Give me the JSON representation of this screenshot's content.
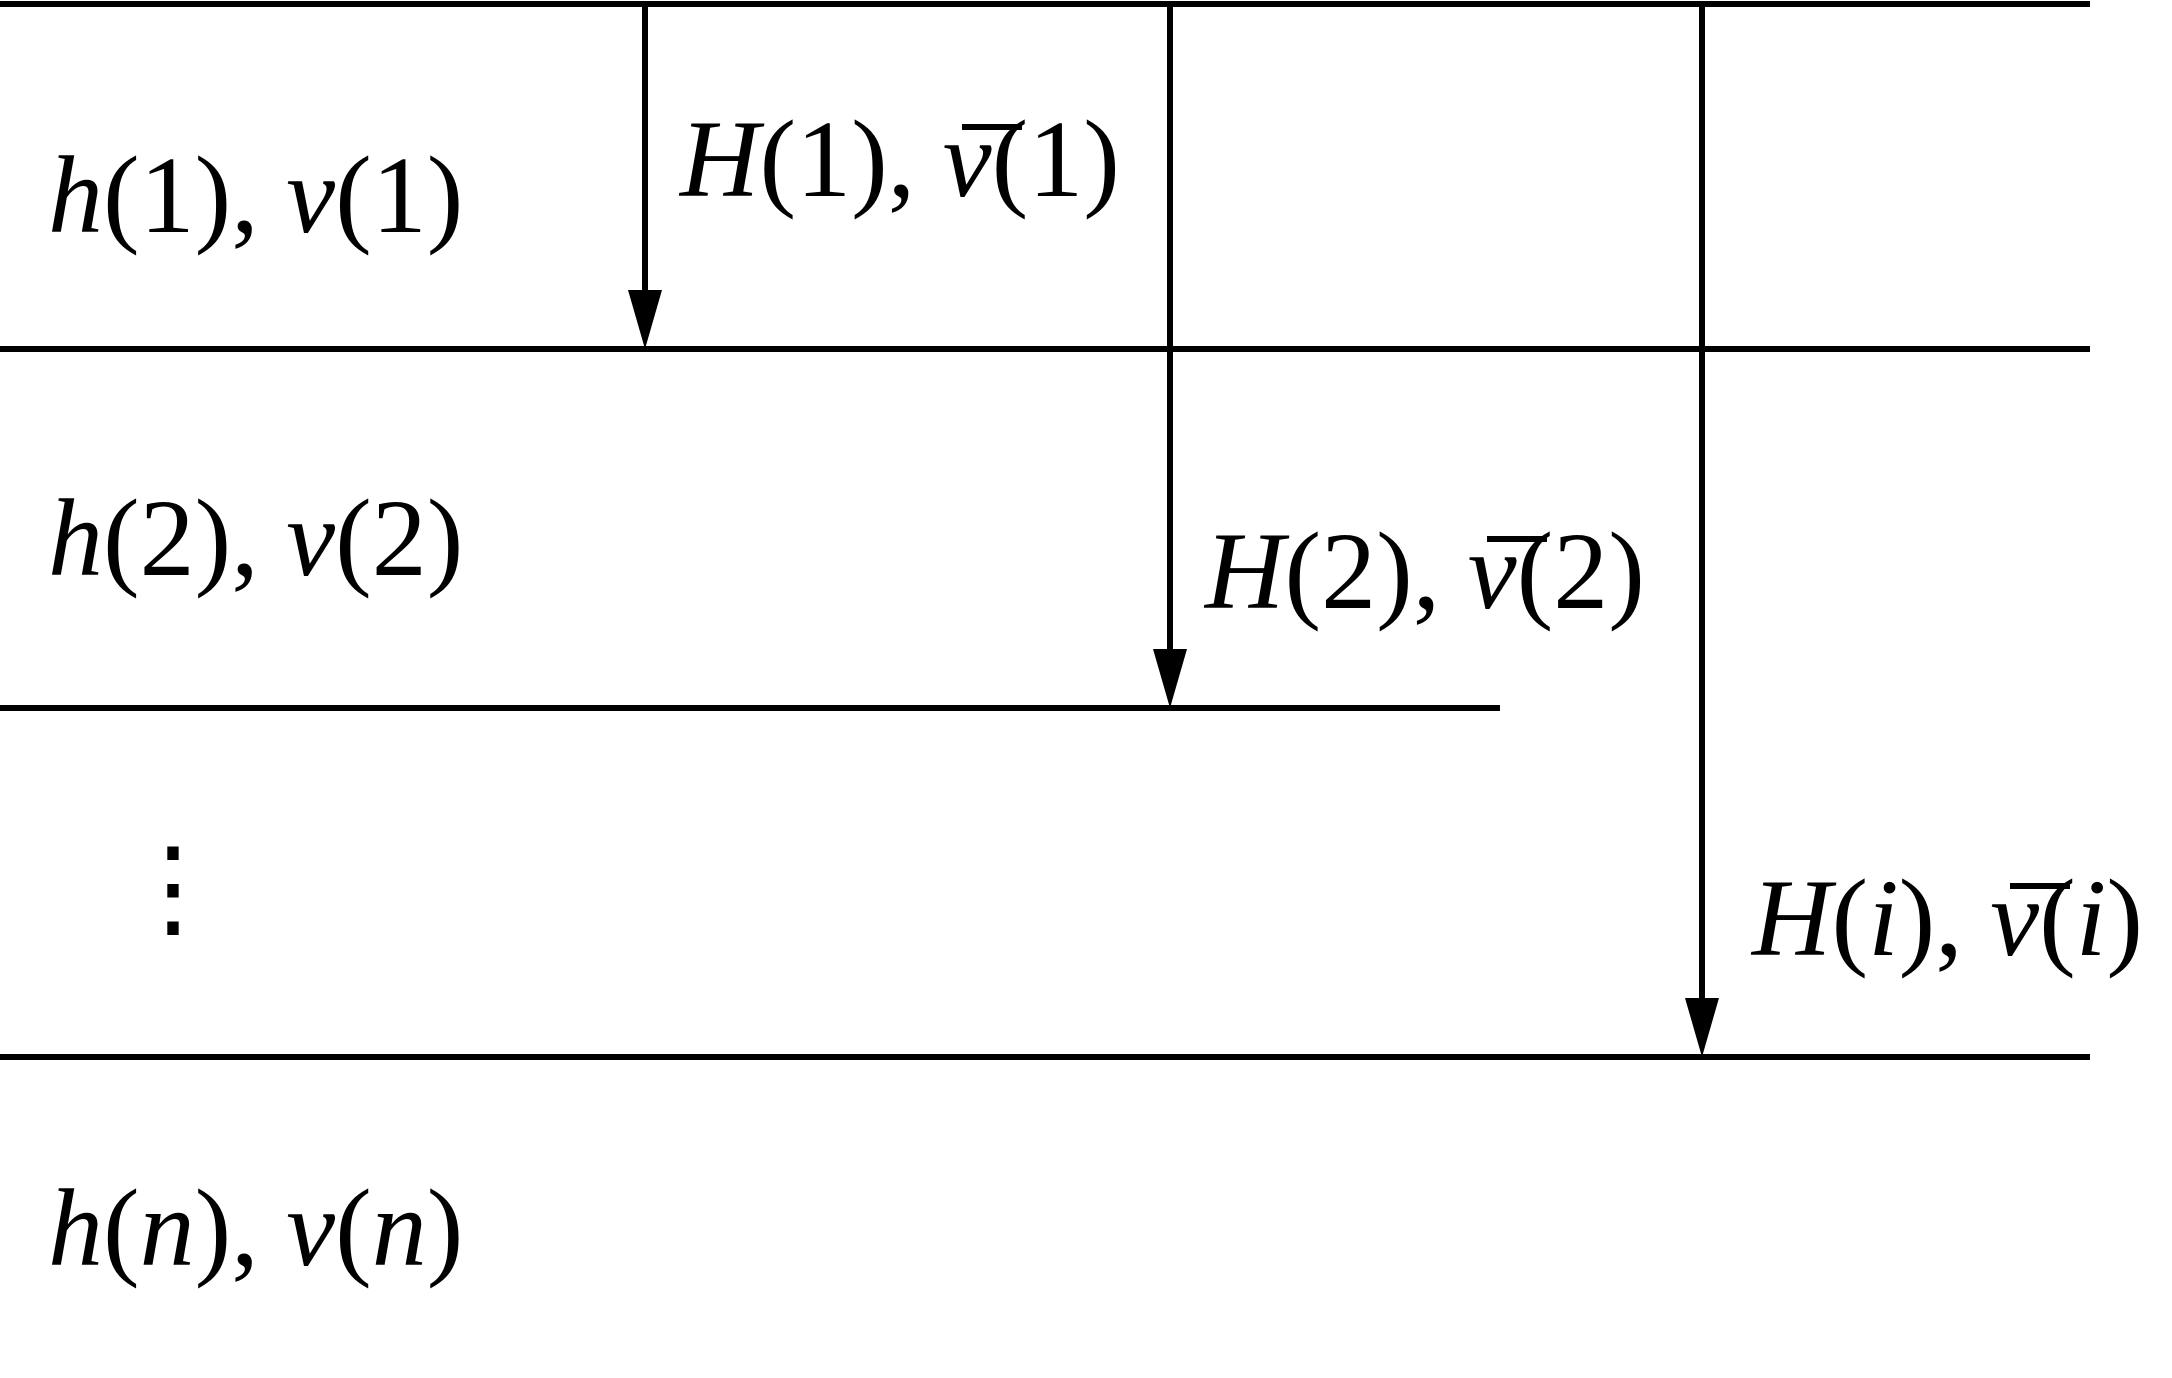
{
  "layers": [
    {
      "h": "h",
      "v": "v",
      "index": "1",
      "sep": ", "
    },
    {
      "h": "h",
      "v": "v",
      "index": "2",
      "sep": ", "
    },
    {
      "h": "h",
      "v": "v",
      "index": "n",
      "sep": ", "
    }
  ],
  "ellipsis": "⋮",
  "cumulative": [
    {
      "H": "H",
      "vbar": "v",
      "index": "1",
      "sep": ", "
    },
    {
      "H": "H",
      "vbar": "v",
      "index": "2",
      "sep": ", "
    },
    {
      "H": "H",
      "vbar": "v",
      "index": "i",
      "sep": ", "
    }
  ],
  "paren_open": "(",
  "paren_close": ")"
}
